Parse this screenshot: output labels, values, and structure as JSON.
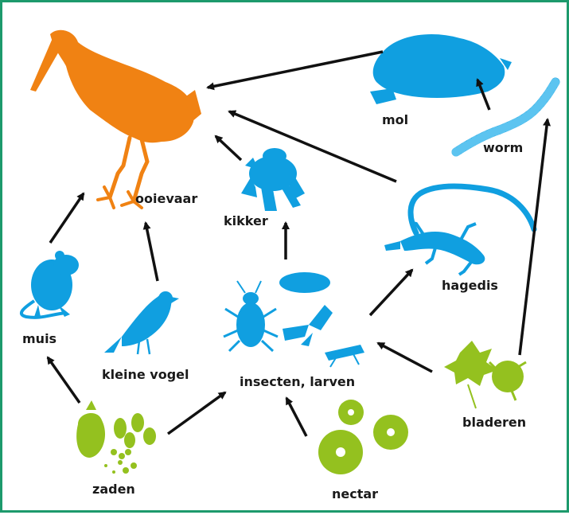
{
  "labels": {
    "ooievaar": "ooievaar",
    "mol": "mol",
    "worm": "worm",
    "kikker": "kikker",
    "hagedis": "hagedis",
    "muis": "muis",
    "kleine_vogel": "kleine vogel",
    "insecten": "insecten, larven",
    "bladeren": "bladeren",
    "zaden": "zaden",
    "nectar": "nectar"
  },
  "colors": {
    "predator": "#f08213",
    "animal": "#109fe0",
    "plant": "#94c11f",
    "arrow": "#111111",
    "frame": "#1d9a6c"
  }
}
